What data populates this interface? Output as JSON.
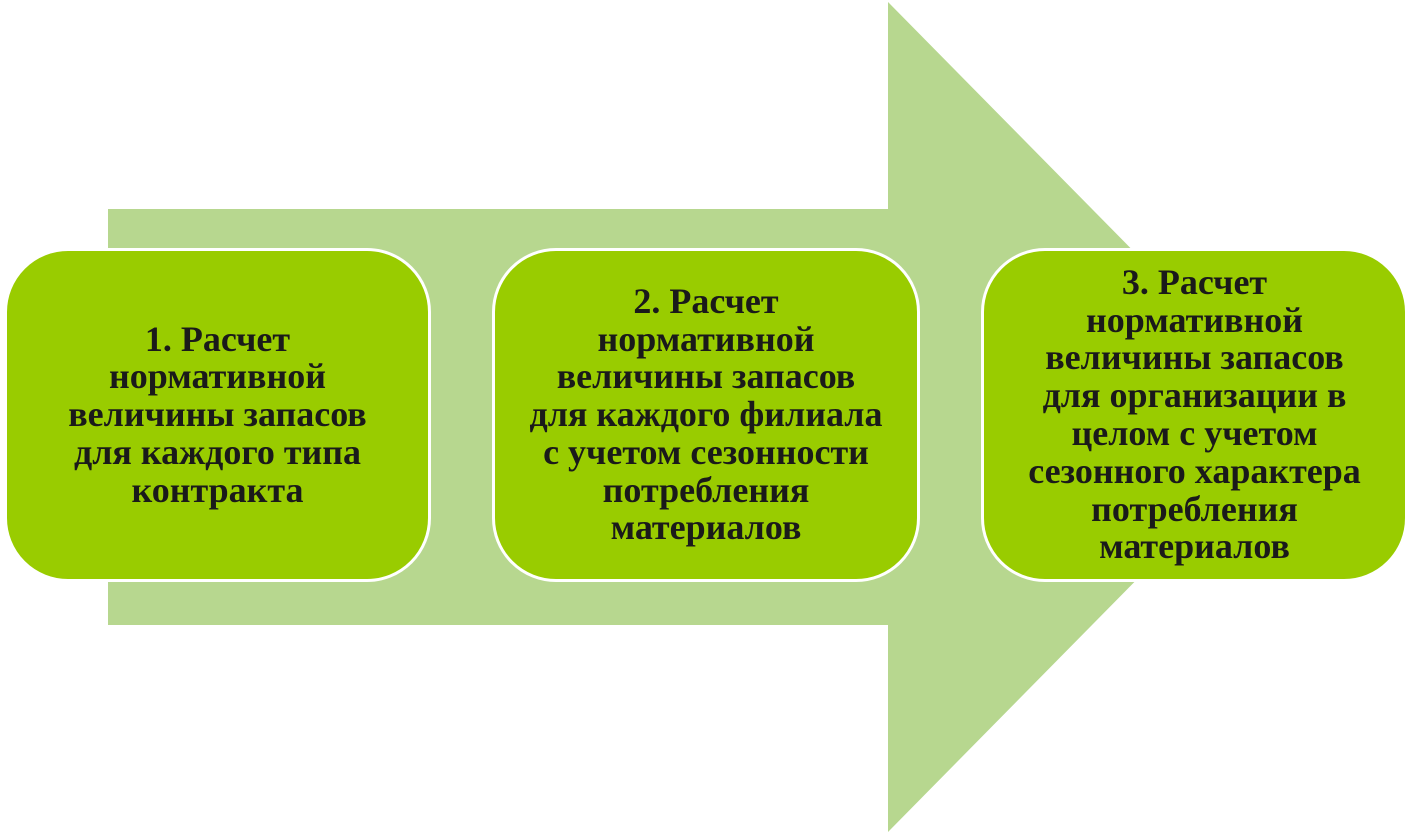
{
  "colors": {
    "arrow": "#b7d78f",
    "box": "#99cc00",
    "box_border": "#ffffff",
    "text": "#1a1a1a"
  },
  "steps": [
    {
      "text": "1. Расчет\nнормативной\nвеличины запасов\nдля каждого типа\nконтракта"
    },
    {
      "text": "2. Расчет\nнормативной\nвеличины запасов\nдля каждого филиала\nс учетом сезонности\nпотребления\nматериалов"
    },
    {
      "text": "3. Расчет\nнормативной\nвеличины запасов\nдля организации в\nцелом с учетом\nсезонного характера\nпотребления\nматериалов"
    }
  ]
}
